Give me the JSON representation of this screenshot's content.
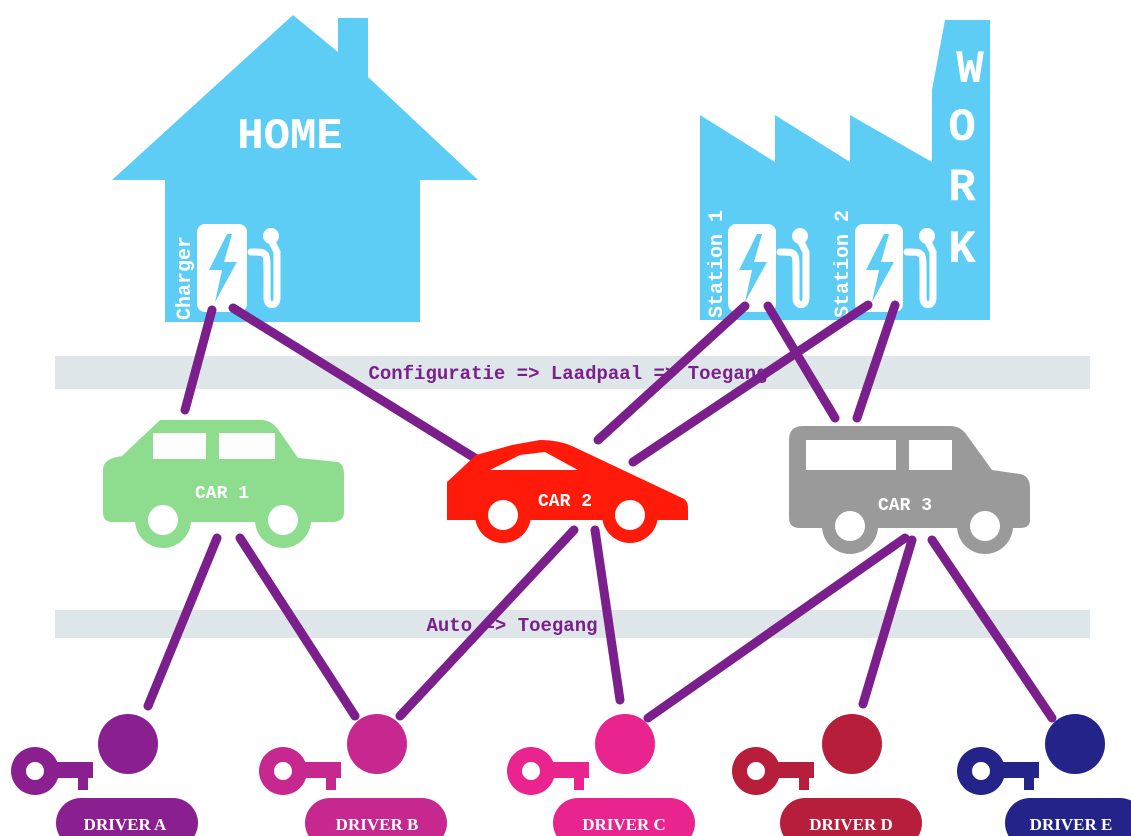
{
  "home": {
    "title": "HOME",
    "charger_label": "Charger"
  },
  "work": {
    "letters": [
      "W",
      "O",
      "R",
      "K"
    ],
    "station1_label": "Station 1",
    "station2_label": "Station 2"
  },
  "bands": {
    "top": "Configuratie => Laadpaal => Toegang",
    "bottom": "Auto => Toegang"
  },
  "cars": [
    {
      "label": "CAR 1",
      "color": "#8edc8e"
    },
    {
      "label": "CAR 2",
      "color": "#ff1a0a"
    },
    {
      "label": "CAR 3",
      "color": "#9a9a9a"
    }
  ],
  "drivers": [
    {
      "label": "DRIVER A",
      "color": "#8a1f8f"
    },
    {
      "label": "DRIVER B",
      "color": "#c6288f"
    },
    {
      "label": "DRIVER C",
      "color": "#e9248f"
    },
    {
      "label": "DRIVER D",
      "color": "#b61e3c"
    },
    {
      "label": "DRIVER E",
      "color": "#23238a"
    }
  ],
  "colors": {
    "building": "#5dcdf5",
    "link": "#7b1f8c",
    "band": "#dfe6e9"
  }
}
